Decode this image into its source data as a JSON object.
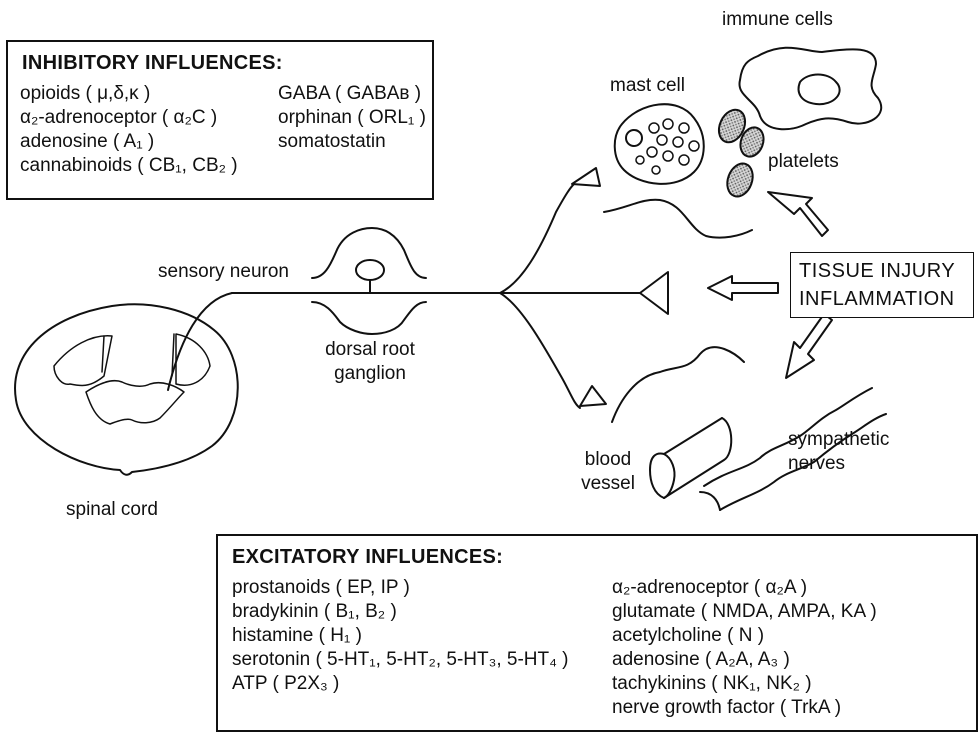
{
  "inhibitory": {
    "title": "INHIBITORY INFLUENCES:",
    "col1": [
      "opioids ( μ,δ,κ )",
      "α₂-adrenoceptor ( α₂C )",
      "adenosine ( A₁ )",
      "cannabinoids ( CB₁, CB₂ )"
    ],
    "col2": [
      "GABA ( GABAʙ )",
      "orphinan ( ORL₁ )",
      "somatostatin"
    ]
  },
  "excitatory": {
    "title": "EXCITATORY INFLUENCES:",
    "col1": [
      "prostanoids ( EP, IP )",
      "bradykinin ( B₁, B₂ )",
      "histamine ( H₁ )",
      "serotonin ( 5-HT₁, 5-HT₂, 5-HT₃, 5-HT₄ )",
      "ATP ( P2X₃ )"
    ],
    "col2": [
      "α₂-adrenoceptor ( α₂A )",
      "glutamate ( NMDA, AMPA, KA )",
      "acetylcholine ( N )",
      "adenosine ( A₂A, A₃ )",
      "tachykinins ( NK₁, NK₂ )",
      "nerve growth factor ( TrkA )"
    ]
  },
  "labels": {
    "immune_cells": "immune cells",
    "mast_cell": "mast cell",
    "platelets": "platelets",
    "sensory_neuron": "sensory neuron",
    "dorsal_root_ganglion": [
      "dorsal root",
      "ganglion"
    ],
    "spinal_cord": "spinal cord",
    "blood_vessel": [
      "blood",
      "vessel"
    ],
    "sympathetic_nerves": [
      "sympathetic",
      "nerves"
    ],
    "tissue": [
      "TISSUE INJURY",
      "INFLAMMATION"
    ]
  },
  "colors": {
    "ink": "#111111",
    "background": "#ffffff",
    "platelet_fill": "#9a9a9a"
  }
}
